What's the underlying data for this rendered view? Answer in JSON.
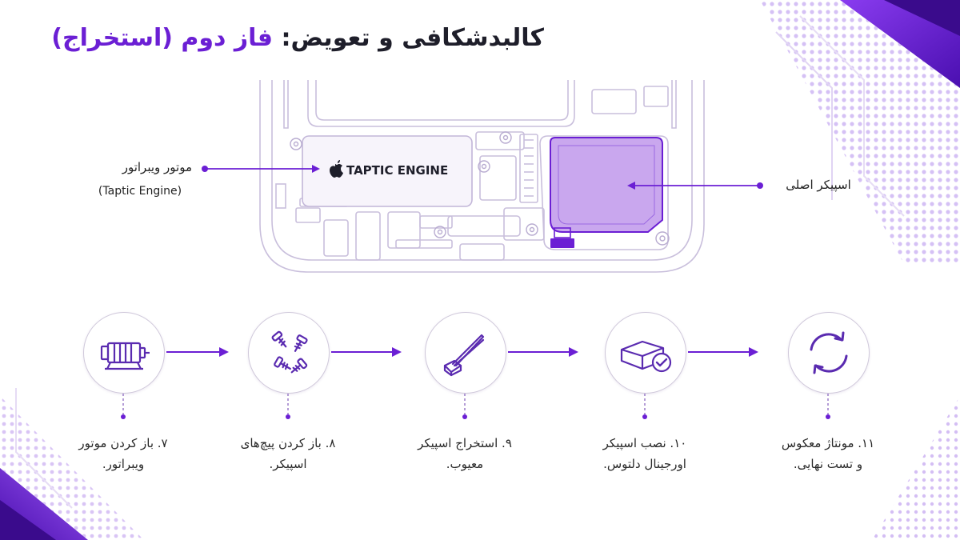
{
  "title": {
    "prefix": "کالبدشکافی و تعویض:",
    "highlight": "فاز دوم (استخراج)"
  },
  "diagram": {
    "taptic_label": "TAPTIC ENGINE",
    "callouts": {
      "taptic_main": "موتور ویبراتور",
      "taptic_sub": "(Taptic Engine)",
      "speaker": "اسپیکر اصلی"
    }
  },
  "steps": [
    {
      "line1": "۷. باز کردن موتور",
      "line2": "ویبراتور.",
      "icon": "motor-icon"
    },
    {
      "line1": "۸. باز کردن پیچ‌های",
      "line2": "اسپیکر.",
      "icon": "screws-icon"
    },
    {
      "line1": "۹. استخراج اسپیکر",
      "line2": "معیوب.",
      "icon": "tweezers-icon"
    },
    {
      "line1": "۱۰. نصب اسپیکر",
      "line2": "اورجینال دلتوس.",
      "icon": "box-check-icon"
    },
    {
      "line1": "۱۱. مونتاژ معکوس",
      "line2": "و تست نهایی.",
      "icon": "refresh-icon"
    }
  ],
  "colors": {
    "accent": "#6b1fd4",
    "line": "#c9bfdc",
    "speaker_fill": "#c9a7ee"
  }
}
